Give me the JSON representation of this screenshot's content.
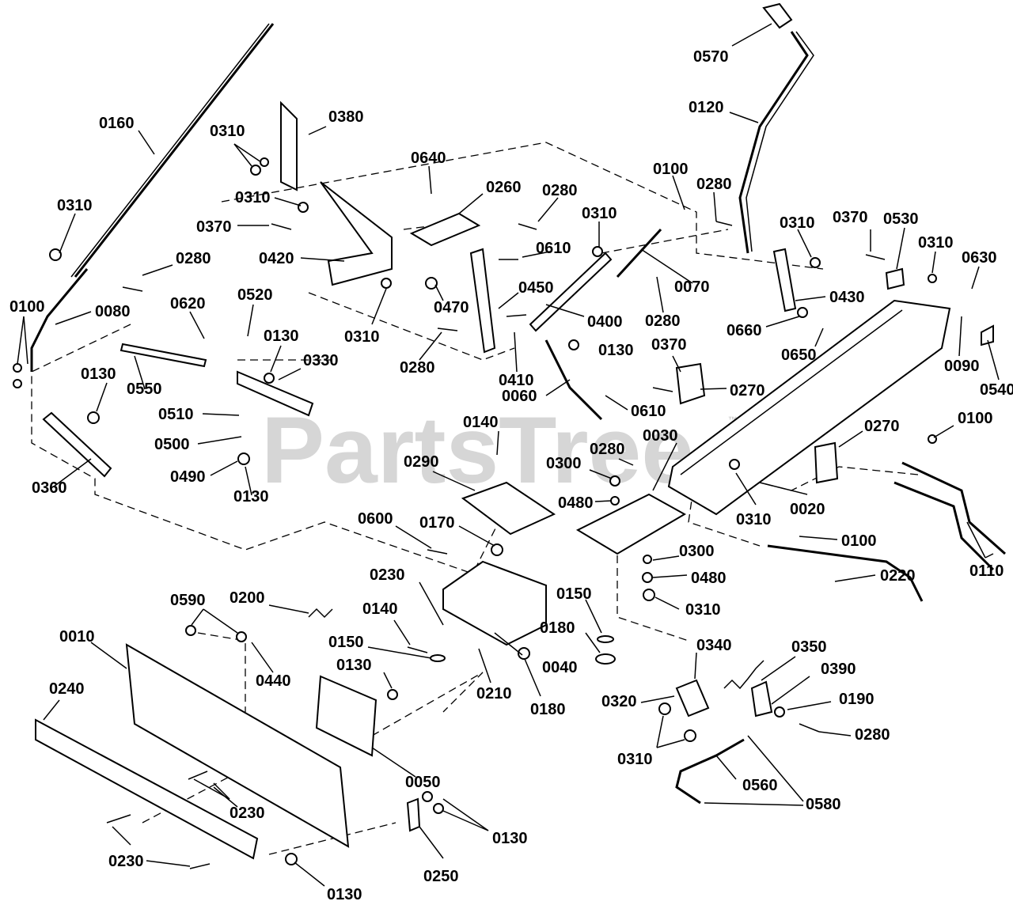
{
  "watermark": "PartsTree",
  "trademark": "™",
  "callouts": [
    {
      "text": "0570"
    },
    {
      "text": "0120"
    },
    {
      "text": "0160"
    },
    {
      "text": "0380"
    },
    {
      "text": "0310"
    },
    {
      "text": "0310"
    },
    {
      "text": "0370"
    },
    {
      "text": "0420"
    },
    {
      "text": "0310"
    },
    {
      "text": "0280"
    },
    {
      "text": "0640"
    },
    {
      "text": "0260"
    },
    {
      "text": "0280"
    },
    {
      "text": "0310"
    },
    {
      "text": "0610"
    },
    {
      "text": "0470"
    },
    {
      "text": "0450"
    },
    {
      "text": "0400"
    },
    {
      "text": "0310"
    },
    {
      "text": "0280"
    },
    {
      "text": "0410"
    },
    {
      "text": "0100"
    },
    {
      "text": "0280"
    },
    {
      "text": "0070"
    },
    {
      "text": "0280"
    },
    {
      "text": "0310"
    },
    {
      "text": "0430"
    },
    {
      "text": "0660"
    },
    {
      "text": "0650"
    },
    {
      "text": "0370"
    },
    {
      "text": "0530"
    },
    {
      "text": "0310"
    },
    {
      "text": "0630"
    },
    {
      "text": "0090"
    },
    {
      "text": "0540"
    },
    {
      "text": "0100"
    },
    {
      "text": "0080"
    },
    {
      "text": "0620"
    },
    {
      "text": "0520"
    },
    {
      "text": "0130"
    },
    {
      "text": "0330"
    },
    {
      "text": "0130"
    },
    {
      "text": "0550"
    },
    {
      "text": "0510"
    },
    {
      "text": "0500"
    },
    {
      "text": "0490"
    },
    {
      "text": "0130"
    },
    {
      "text": "0360"
    },
    {
      "text": "0130"
    },
    {
      "text": "0060"
    },
    {
      "text": "0370"
    },
    {
      "text": "0270"
    },
    {
      "text": "0610"
    },
    {
      "text": "0140"
    },
    {
      "text": "0030"
    },
    {
      "text": "0290"
    },
    {
      "text": "0280"
    },
    {
      "text": "0300"
    },
    {
      "text": "0480"
    },
    {
      "text": "0270"
    },
    {
      "text": "0100"
    },
    {
      "text": "0310"
    },
    {
      "text": "0020"
    },
    {
      "text": "0600"
    },
    {
      "text": "0170"
    },
    {
      "text": "0100"
    },
    {
      "text": "0110"
    },
    {
      "text": "0230"
    },
    {
      "text": "0300"
    },
    {
      "text": "0480"
    },
    {
      "text": "0220"
    },
    {
      "text": "0310"
    },
    {
      "text": "0590"
    },
    {
      "text": "0200"
    },
    {
      "text": "0140"
    },
    {
      "text": "0150"
    },
    {
      "text": "0180"
    },
    {
      "text": "0010"
    },
    {
      "text": "0440"
    },
    {
      "text": "0150"
    },
    {
      "text": "0040"
    },
    {
      "text": "0130"
    },
    {
      "text": "0210"
    },
    {
      "text": "0180"
    },
    {
      "text": "0340"
    },
    {
      "text": "0350"
    },
    {
      "text": "0390"
    },
    {
      "text": "0320"
    },
    {
      "text": "0190"
    },
    {
      "text": "0240"
    },
    {
      "text": "0280"
    },
    {
      "text": "0310"
    },
    {
      "text": "0560"
    },
    {
      "text": "0050"
    },
    {
      "text": "0580"
    },
    {
      "text": "0230"
    },
    {
      "text": "0130"
    },
    {
      "text": "0230"
    },
    {
      "text": "0250"
    },
    {
      "text": "0130"
    }
  ]
}
